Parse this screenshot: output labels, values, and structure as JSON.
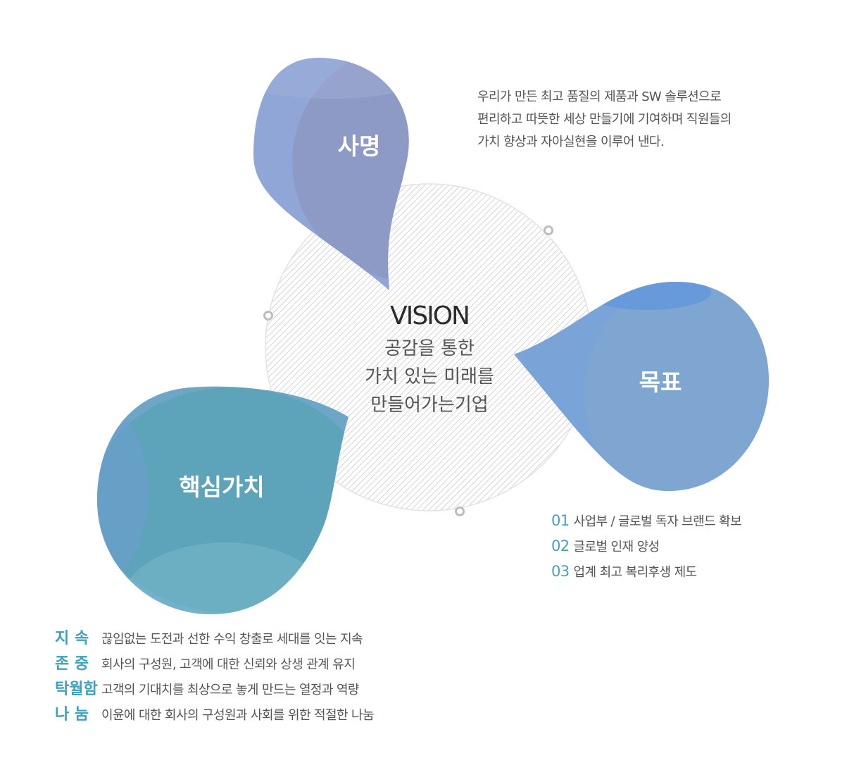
{
  "vision": {
    "title": "VISION",
    "lines": [
      "공감을 통한",
      "가치 있는 미래를",
      "만들어가는기업"
    ]
  },
  "mission": {
    "label": "사명",
    "lines": [
      "우리가 만든 최고 품질의 제품과 SW 솔루션으로",
      "편리하고 따뜻한 세상 만들기에 기여하며 직원들의",
      "가치 향상과 자아실현을 이루어 낸다."
    ]
  },
  "goal": {
    "label": "목표",
    "items": [
      {
        "num": "01",
        "text": "사업부 / 글로벌 독자 브랜드 확보"
      },
      {
        "num": "02",
        "text": "글로벌 인재 양성"
      },
      {
        "num": "03",
        "text": "업계 최고 복리후생 제도"
      }
    ]
  },
  "core_values": {
    "label": "핵심가치",
    "items": [
      {
        "term": "지   속",
        "text": "끊임없는 도전과 선한 수익 창출로 세대를 잇는 지속"
      },
      {
        "term": "존   중",
        "text": "회사의 구성원, 고객에 대한 신뢰와 상생 관계 유지"
      },
      {
        "term": "탁월함",
        "text": "고객의 기대치를 최상으로 놓게 만드는 열정과 역량"
      },
      {
        "term": "나   눔",
        "text": "이윤에 대한 회사의 구성원과 사회를 위한 적절한 나눔"
      }
    ]
  },
  "colors": {
    "mission": "#8f9fcc",
    "goal": "#7aa6d7",
    "core_values": "#5aa6bd",
    "accent_number": "#4b9fb8"
  }
}
